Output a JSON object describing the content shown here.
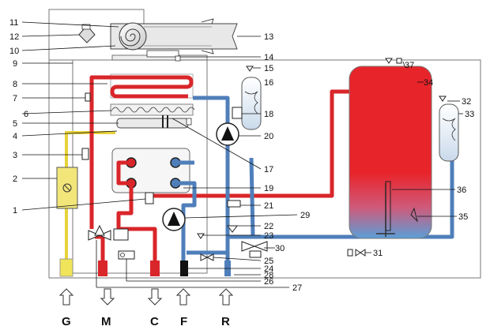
{
  "callouts": {
    "n1": "1",
    "n2": "2",
    "n3": "3",
    "n4": "4",
    "n5": "5",
    "n6": "6",
    "n7": "7",
    "n8": "8",
    "n9": "9",
    "n10": "10",
    "n11": "11",
    "n12": "12",
    "n13": "13",
    "n14": "14",
    "n15": "15",
    "n16": "16",
    "n17": "17",
    "n18": "18",
    "n19": "19",
    "n20": "20",
    "n21": "21",
    "n22": "22",
    "n23": "23",
    "n24": "24",
    "n25": "25",
    "n26": "26",
    "n27": "27",
    "n28": "28",
    "n29": "29",
    "n30": "30",
    "n31": "31",
    "n32": "32",
    "n33": "33",
    "n34": "34",
    "n35": "35",
    "n36": "36",
    "n37": "37"
  },
  "connections": {
    "G": "G",
    "M": "M",
    "C": "C",
    "F": "F",
    "R": "R"
  },
  "colors": {
    "hot_water": "#d9262a",
    "cold_water": "#4f7fba",
    "gas": "#e8d23a",
    "tank_top": "#e8242b",
    "tank_bottom": "#5a9fd8"
  }
}
